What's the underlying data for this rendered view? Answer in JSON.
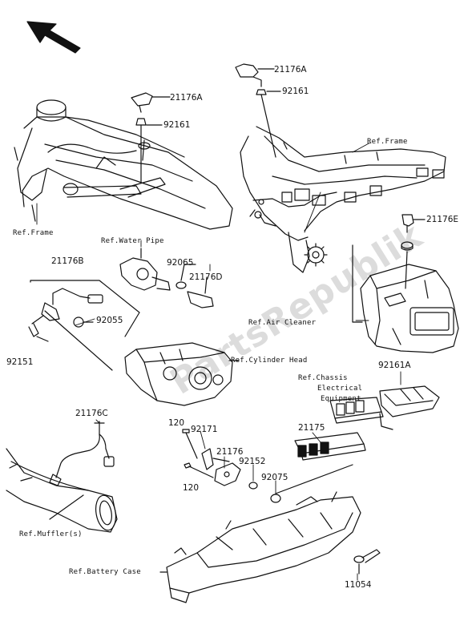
{
  "watermark": "PartsRepublik",
  "parts": {
    "p21176A_left": "21176A",
    "p92161_left": "92161",
    "p21176A_right": "21176A",
    "p92161_right": "92161",
    "p21176B": "21176B",
    "p92065": "92065",
    "p21176D": "21176D",
    "p92055": "92055",
    "p92151": "92151",
    "p21176E": "21176E",
    "p92161A": "92161A",
    "p21175": "21175",
    "p21176C": "21176C",
    "p120_top": "120",
    "p92171": "92171",
    "p21176": "21176",
    "p92152": "92152",
    "p92075": "92075",
    "p120_bottom": "120",
    "p11054": "11054"
  },
  "refs": {
    "frame_left": "Ref.Frame",
    "frame_right": "Ref.Frame",
    "water_pipe": "Ref.Water Pipe",
    "air_cleaner": "Ref.Air Cleaner",
    "cylinder_head": "Ref.Cylinder Head",
    "chassis_line1": "Ref.Chassis",
    "chassis_line2": "Electrical",
    "chassis_line3": "Equipment",
    "muffler": "Ref.Muffler(s)",
    "battery_case": "Ref.Battery Case"
  }
}
